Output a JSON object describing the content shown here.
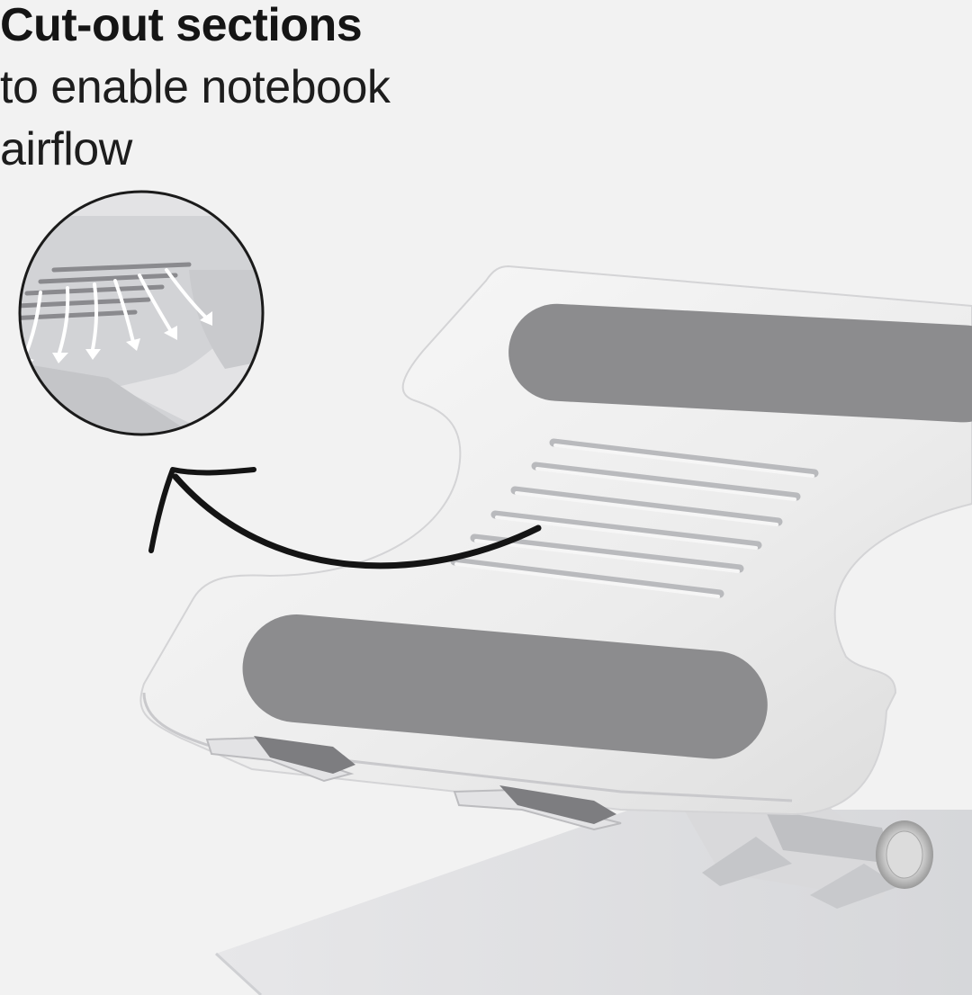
{
  "headline": {
    "bold": "Cut-out sections",
    "line2": "to enable notebook",
    "line3": "airflow"
  },
  "colors": {
    "background": "#f2f2f2",
    "stand_silver": "#ececec",
    "pad_gray": "#8c8c8e",
    "arrow_black": "#141414",
    "text": "#151515"
  },
  "icons": {
    "zoom_callout": "magnified-airflow-vents",
    "pointer": "curved-arrow"
  }
}
